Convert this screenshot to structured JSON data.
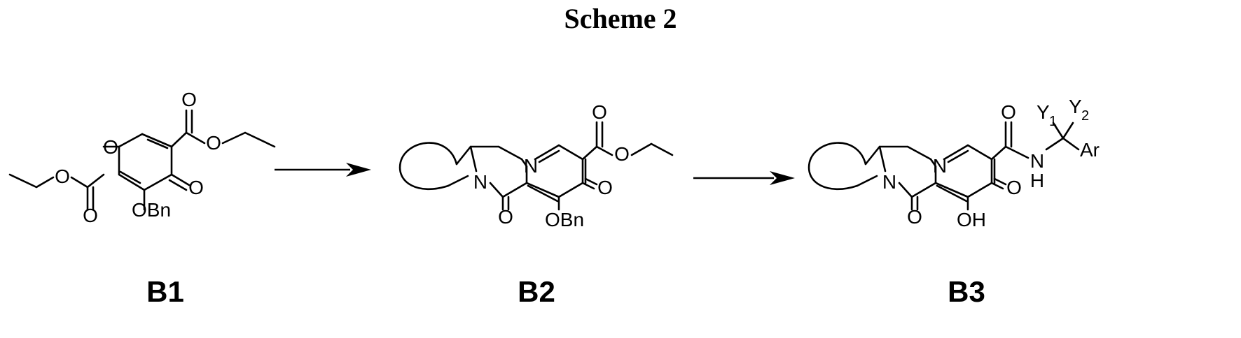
{
  "scheme_title": "Scheme 2",
  "compounds": [
    {
      "id": "B1",
      "label": "B1"
    },
    {
      "id": "B2",
      "label": "B2"
    },
    {
      "id": "B3",
      "label": "B3"
    }
  ],
  "atom_labels": {
    "b1": {
      "ring_o": "O",
      "carbonyl_o_top": "O",
      "ester_o_right": "O",
      "ketone_o": "O",
      "ester_o_left": "O",
      "carbonyl_o_bottom": "O",
      "obn": "OBn"
    },
    "b2": {
      "n_ring": "N",
      "n_amide": "N",
      "carbonyl_o_top": "O",
      "ester_o": "O",
      "ketone_o": "O",
      "amide_o": "O",
      "obn": "OBn"
    },
    "b3": {
      "n_ring": "N",
      "n_amide": "N",
      "carbonyl_o_top": "O",
      "y1": "Y",
      "y1_sub": "1",
      "y2": "Y",
      "y2_sub": "2",
      "nh": "N",
      "h": "H",
      "ar": "Ar",
      "ketone_o": "O",
      "amide_o": "O",
      "oh": "OH"
    }
  },
  "arrows": [
    {
      "from": "B1",
      "to": "B2"
    },
    {
      "from": "B2",
      "to": "B3"
    }
  ]
}
